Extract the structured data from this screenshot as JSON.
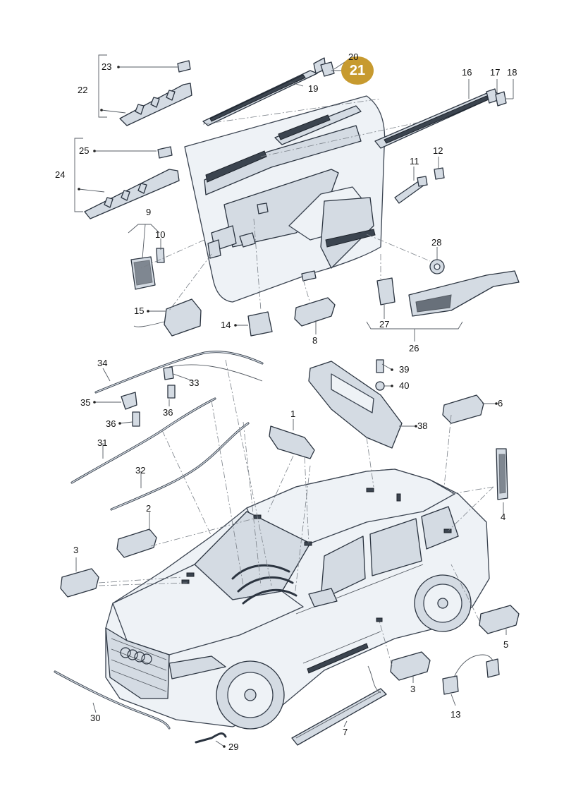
{
  "highlight": {
    "label": "21",
    "color": "#c79a2f"
  },
  "colors": {
    "part_fill": "#d4dbe3",
    "part_stroke": "#2b3440",
    "light_fill": "#eef2f6",
    "dark_part": "#3b444f",
    "leader": "#555b63"
  },
  "labels": {
    "p1": "1",
    "p2": "2",
    "p3a": "3",
    "p3b": "3",
    "p4": "4",
    "p5": "5",
    "p6": "6",
    "p7": "7",
    "p8": "8",
    "p9": "9",
    "p10": "10",
    "p11": "11",
    "p12": "12",
    "p13": "13",
    "p14": "14",
    "p15": "15",
    "p16": "16",
    "p17": "17",
    "p18": "18",
    "p19": "19",
    "p20": "20",
    "p22": "22",
    "p23": "23",
    "p24": "24",
    "p25": "25",
    "p26": "26",
    "p27": "27",
    "p28": "28",
    "p29": "29",
    "p30": "30",
    "p31": "31",
    "p32": "32",
    "p33": "33",
    "p34": "34",
    "p35": "35",
    "p36a": "36",
    "p36b": "36",
    "p38": "38",
    "p39": "39",
    "p40": "40"
  }
}
